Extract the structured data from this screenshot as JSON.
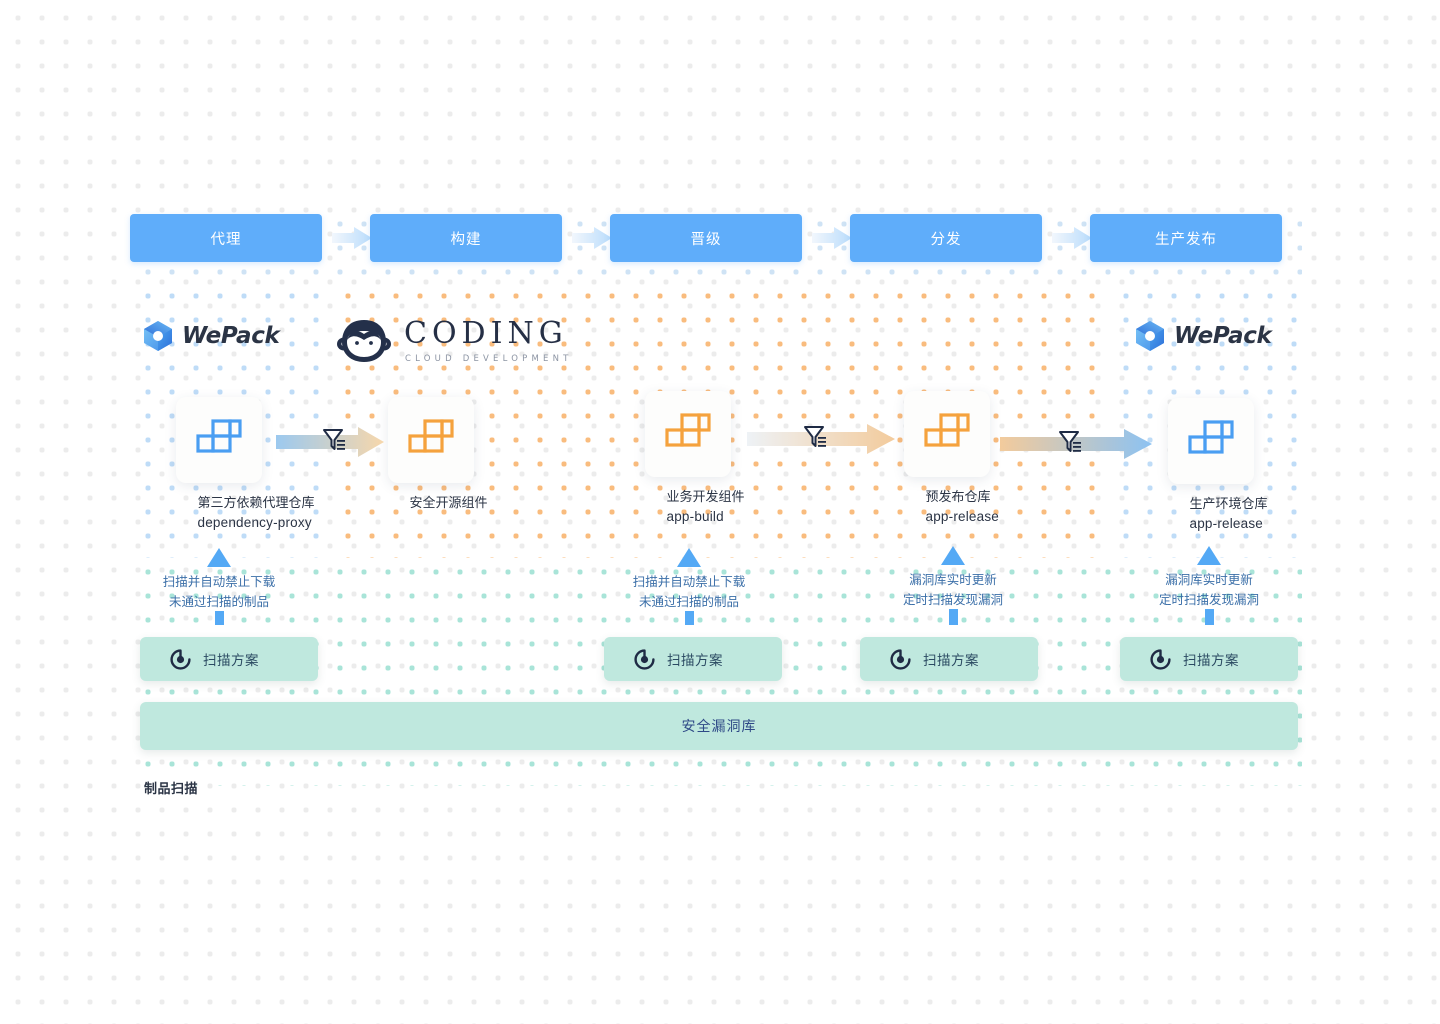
{
  "pipeline": {
    "stages": [
      {
        "label": "代理"
      },
      {
        "label": "构建"
      },
      {
        "label": "晋级"
      },
      {
        "label": "分发"
      },
      {
        "label": "生产发布"
      }
    ],
    "arrow_icon": "right-arrow-icon"
  },
  "brands": {
    "wepack_left": {
      "name": "WePack",
      "icon": "wepack-cube-logo"
    },
    "wepack_right": {
      "name": "WePack",
      "icon": "wepack-cube-logo"
    },
    "coding": {
      "name": "CODING",
      "tagline": "CLOUD DEVELOPMENT",
      "icon": "coding-monkey-logo"
    }
  },
  "repos": [
    {
      "icon": "package-blocks-icon",
      "color": "#4a9ef2",
      "title_cn": "第三方依赖代理仓库",
      "title_en": "dependency-proxy"
    },
    {
      "icon": "package-blocks-icon",
      "color": "#f5a23d",
      "title_cn": "安全开源组件",
      "title_en": ""
    },
    {
      "icon": "package-blocks-icon",
      "color": "#f5a23d",
      "title_cn": "业务开发组件",
      "title_en": "app-build"
    },
    {
      "icon": "package-blocks-icon",
      "color": "#f5a23d",
      "title_cn": "预发布仓库",
      "title_en": "app-release"
    },
    {
      "icon": "package-blocks-icon",
      "color": "#4a9ef2",
      "title_cn": "生产环境仓库",
      "title_en": "app-release"
    }
  ],
  "filter_arrows": [
    {
      "icon": "funnel-filter-icon",
      "from_color": "#9cc9ef",
      "to_color": "#f6d3a6"
    },
    {
      "icon": "funnel-filter-icon",
      "from_color": "#e9eef3",
      "to_color": "#f3cb9c"
    },
    {
      "icon": "funnel-filter-icon",
      "from_color": "#f3cb9c",
      "to_color": "#8cc2f2"
    }
  ],
  "callouts": [
    {
      "line1": "扫描并自动禁止下载",
      "line2": "未通过扫描的制品"
    },
    {
      "line1": "扫描并自动禁止下载",
      "line2": "未通过扫描的制品"
    },
    {
      "line1": "漏洞库实时更新",
      "line2": "定时扫描发现漏洞"
    },
    {
      "line1": "漏洞库实时更新",
      "line2": "定时扫描发现漏洞"
    }
  ],
  "scan_buttons": [
    {
      "label": "扫描方案",
      "icon": "scan-power-icon"
    },
    {
      "label": "扫描方案",
      "icon": "scan-power-icon"
    },
    {
      "label": "扫描方案",
      "icon": "scan-power-icon"
    },
    {
      "label": "扫描方案",
      "icon": "scan-power-icon"
    }
  ],
  "vulnerability_bar": {
    "label": "安全漏洞库"
  },
  "bottom_caption": {
    "label": "制品扫描"
  },
  "colors": {
    "stage_blue": "#5fadfa",
    "teal": "#bfe8de",
    "accent_orange": "#f5a23d",
    "accent_blue": "#4a9ef2",
    "callout_text": "#3b6fa8"
  }
}
